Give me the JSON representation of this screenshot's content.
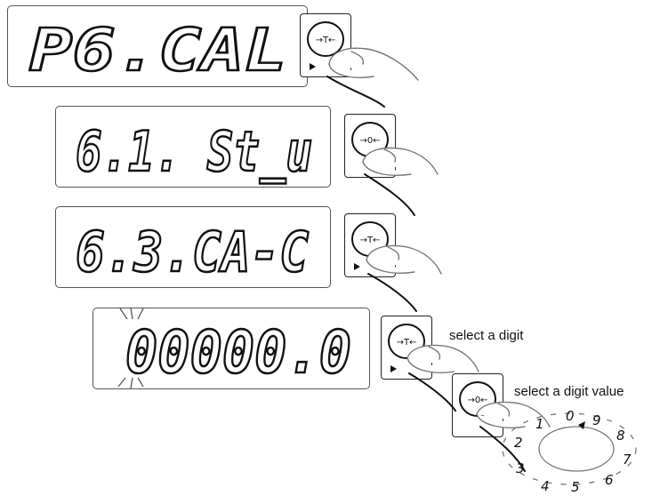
{
  "displays": [
    {
      "text": "P6.CAL"
    },
    {
      "text": "6.1. St_u"
    },
    {
      "text": "6.3.CA-C"
    },
    {
      "text": "00000.0"
    }
  ],
  "buttons": [
    {
      "icon": "tare-button-icon",
      "symbol": "→T←"
    },
    {
      "icon": "zero-button-icon",
      "symbol": "→0←"
    },
    {
      "icon": "tare-button-icon",
      "symbol": "→T←"
    },
    {
      "icon": "tare-button-icon",
      "symbol": "→T←"
    },
    {
      "icon": "zero-button-icon",
      "symbol": "→0←"
    }
  ],
  "captions": {
    "select_digit": "select a digit",
    "select_digit_value": "select a digit value"
  },
  "dial": {
    "digits": [
      "0",
      "9",
      "8",
      "7",
      "6",
      "5",
      "4",
      "3",
      "2",
      "1"
    ]
  }
}
